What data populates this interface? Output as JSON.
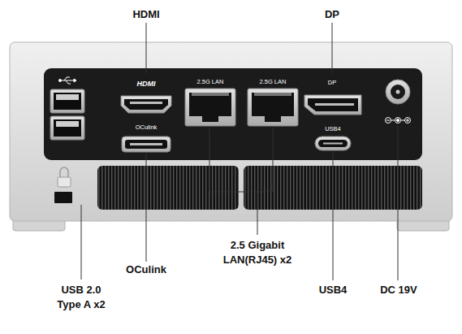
{
  "diagram": {
    "labels": [
      "HDMI",
      "DP",
      "HDMI",
      "2.5G LAN",
      "2.5G LAN",
      "DP",
      "OCulink",
      "USB4",
      "2.5 Gigabit LAN(RJ45) x2",
      "OCulink",
      "USB 2.0 Type A x2",
      "USB4",
      "DC 19V"
    ]
  }
}
